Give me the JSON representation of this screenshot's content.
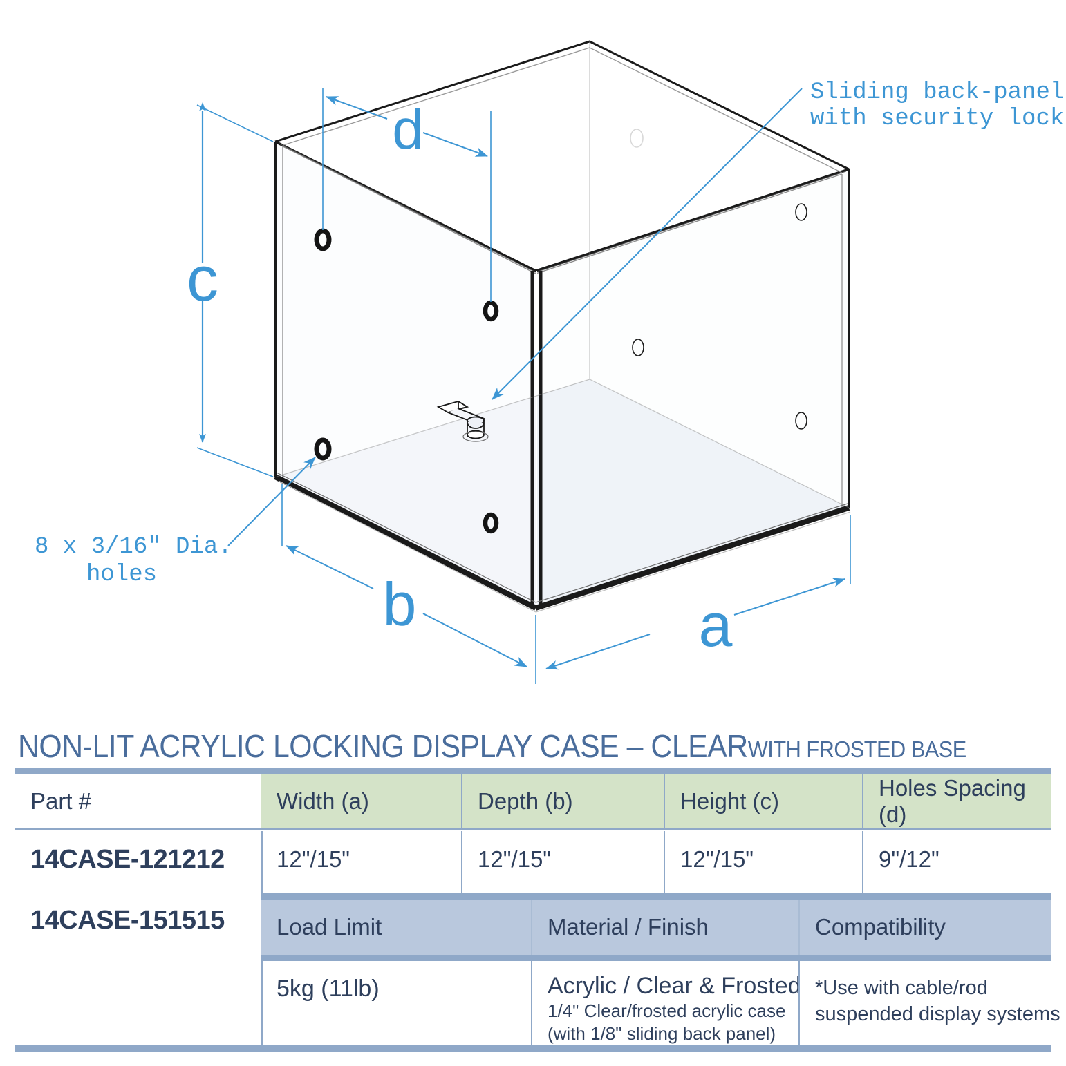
{
  "drawing": {
    "dimension_labels": {
      "width": "a",
      "depth": "b",
      "height": "c",
      "holes_spacing": "d"
    },
    "callouts": {
      "back_panel_line1": "Sliding back-panel",
      "back_panel_line2": "with security lock",
      "holes_line1": "8 x 3/16\" Dia.",
      "holes_line2": "holes"
    },
    "colors": {
      "dimension_blue": "#3d96d4",
      "frosted_base": "#dde4f0",
      "outline_dark": "#1a1a1a"
    }
  },
  "spec": {
    "title_main": "NON-LIT ACRYLIC LOCKING DISPLAY CASE – CLEAR",
    "title_small": "WITH FROSTED BASE",
    "colors": {
      "title": "#4a6d9c",
      "header_green": "#d4e3c8",
      "header_blue": "#b9c8dd",
      "rule": "#8fa8c8",
      "text": "#2e3f5c"
    },
    "part_label": "Part #",
    "part_numbers": [
      "14CASE-121212",
      "14CASE-151515"
    ],
    "dimension_headers": [
      "Width (a)",
      "Depth (b)",
      "Height (c)",
      "Holes Spacing (d)"
    ],
    "dimension_values": [
      "12\"/15\"",
      "12\"/15\"",
      "12\"/15\"",
      "9\"/12\""
    ],
    "detail_headers": [
      "Load Limit",
      "Material / Finish",
      "Compatibility"
    ],
    "detail_values": {
      "load_limit": "5kg (11lb)",
      "material_main": "Acrylic / Clear & Frosted",
      "material_sub1": "1/4\" Clear/frosted acrylic case",
      "material_sub2": "(with 1/8\" sliding back panel)",
      "compatibility_line1": "*Use with cable/rod",
      "compatibility_line2": "suspended display systems"
    }
  }
}
